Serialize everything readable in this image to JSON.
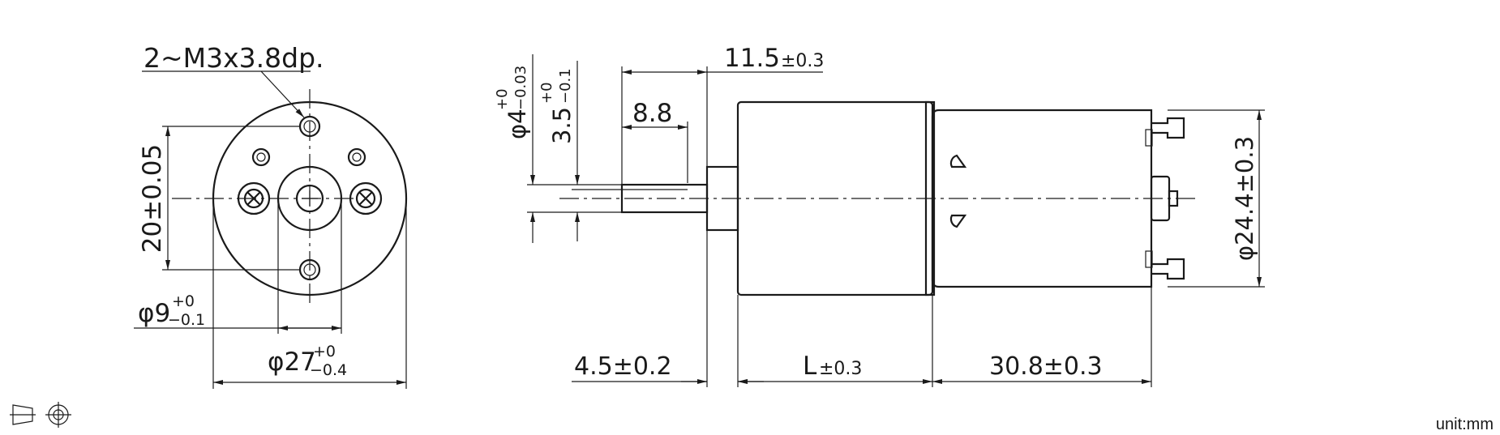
{
  "front_view": {
    "hole_callout": "2~M3x3.8dp.",
    "hole_spacing": "20±0.05",
    "boss_dia_main": "φ9",
    "boss_dia_upper": "+0",
    "boss_dia_lower": "−0.1",
    "body_dia_main": "φ27",
    "body_dia_upper": "+0",
    "body_dia_lower": "−0.4"
  },
  "side_view": {
    "shaft_dia_main": "φ4",
    "shaft_dia_upper": "+0",
    "shaft_dia_lower": "−0.03",
    "flat_main": "3.5",
    "flat_upper": "+0",
    "flat_lower": "−0.1",
    "shaft_length": "11.5",
    "shaft_length_tol": "±0.3",
    "flat_length": "8.8",
    "boss_length": "4.5±0.2",
    "gearbox_length": "L",
    "gearbox_length_tol": "±0.3",
    "motor_length": "30.8±0.3",
    "motor_dia": "φ24.4±0.3"
  },
  "footer": {
    "projection_symbol": "third-angle-projection-icon",
    "unit_label": "unit:mm"
  }
}
